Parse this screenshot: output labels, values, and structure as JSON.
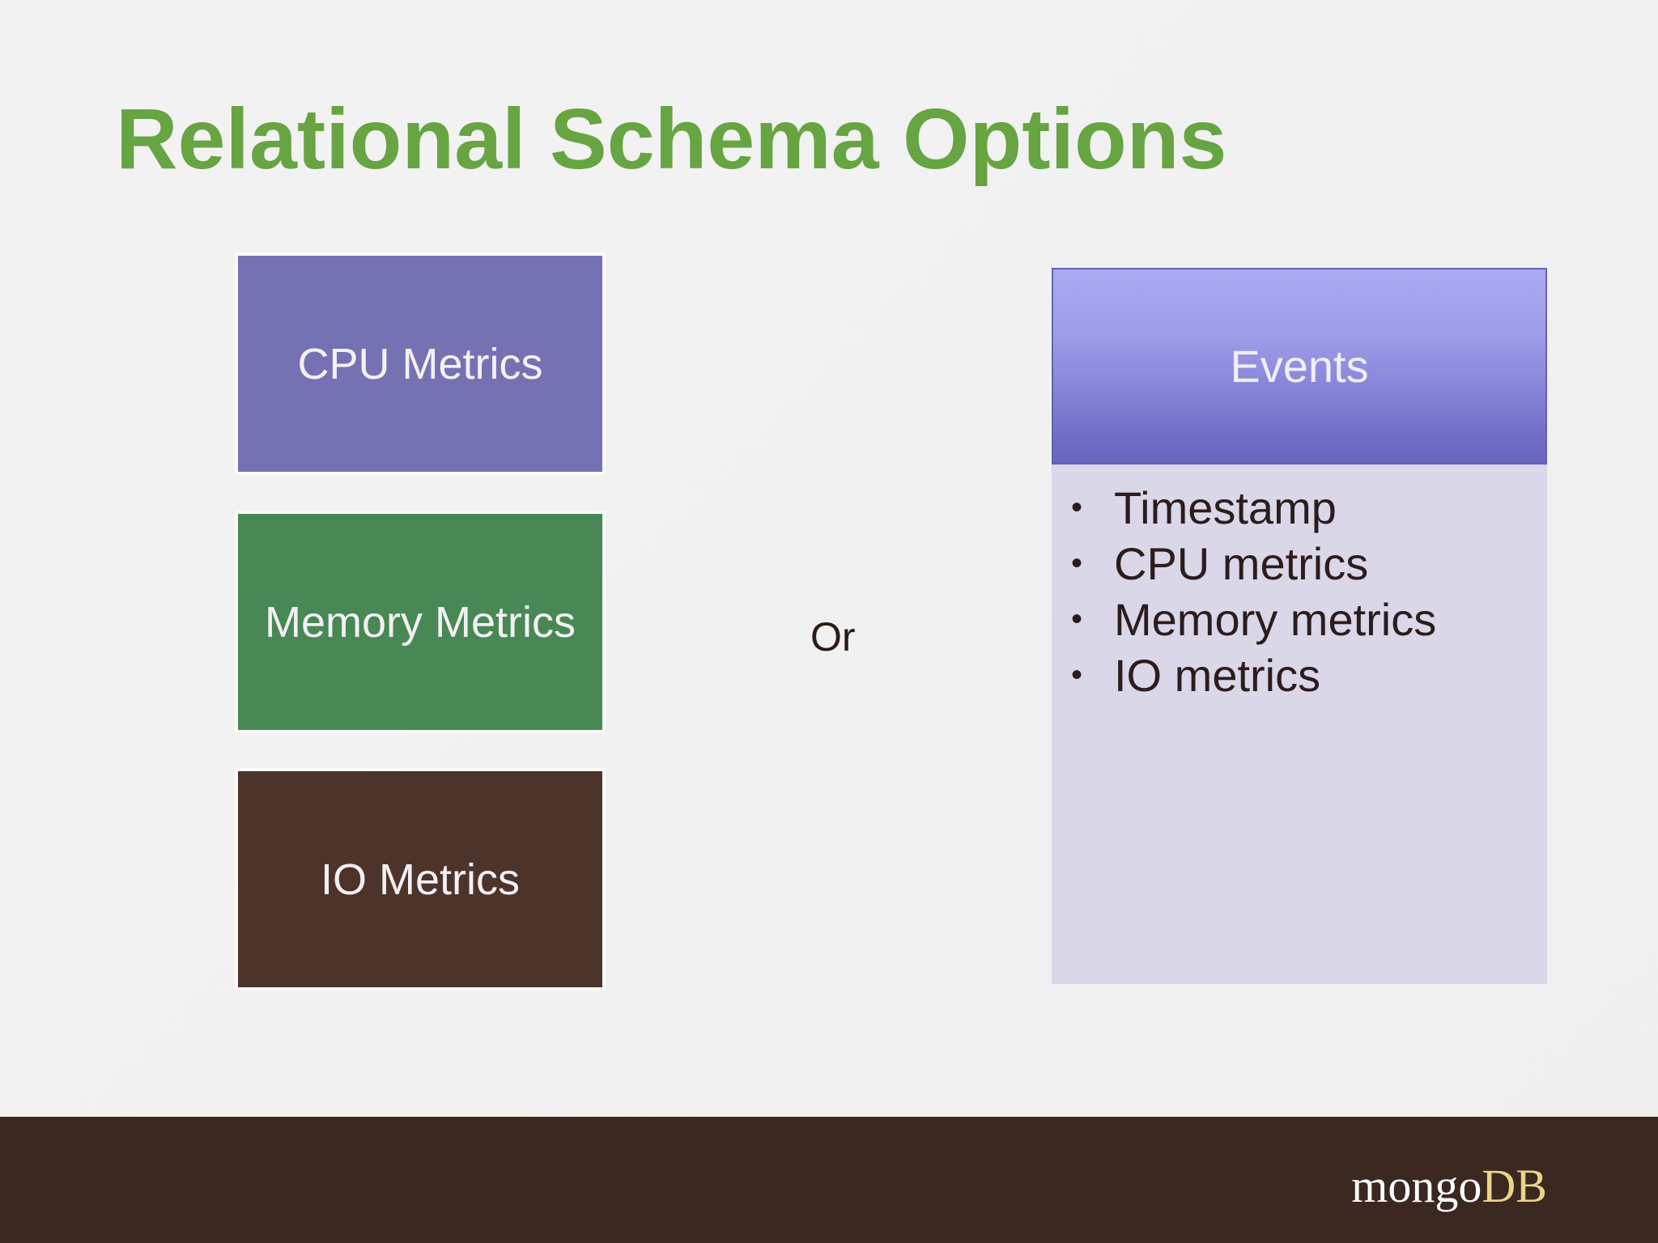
{
  "slide": {
    "title": "Relational Schema Options",
    "separator": "Or"
  },
  "left_tables": [
    {
      "label": "CPU Metrics",
      "color": "#7472b3"
    },
    {
      "label": "Memory Metrics",
      "color": "#488855"
    },
    {
      "label": "IO Metrics",
      "color": "#4c342b"
    }
  ],
  "events_table": {
    "header": "Events",
    "fields": [
      "Timestamp",
      "CPU metrics",
      "Memory metrics",
      "IO metrics"
    ]
  },
  "footer": {
    "logo_part1": "mongo",
    "logo_part2": "DB"
  },
  "colors": {
    "title": "#67a442",
    "footer_background": "#3b2820",
    "logo_accent": "#ead587",
    "events_header": "#8c8ae0",
    "events_body": "#d9d7e8"
  }
}
